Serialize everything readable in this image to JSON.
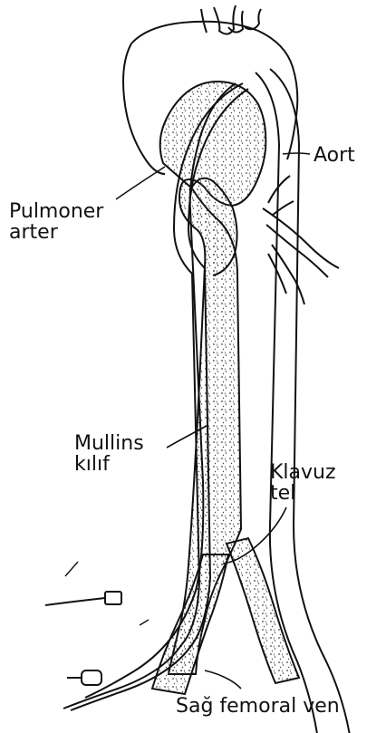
{
  "labels": {
    "aort": "Aort",
    "pulmoner_line1": "Pulmoner",
    "pulmoner_line2": "arter",
    "mullins_line1": "Mullins",
    "mullins_line2": "kılıf",
    "klavuz_line1": "Klavuz",
    "klavuz_line2": "tel",
    "femoral": "Sağ femoral ven"
  },
  "colors": {
    "ink": "#111111",
    "background": "#ffffff",
    "stipple": "#444444"
  }
}
